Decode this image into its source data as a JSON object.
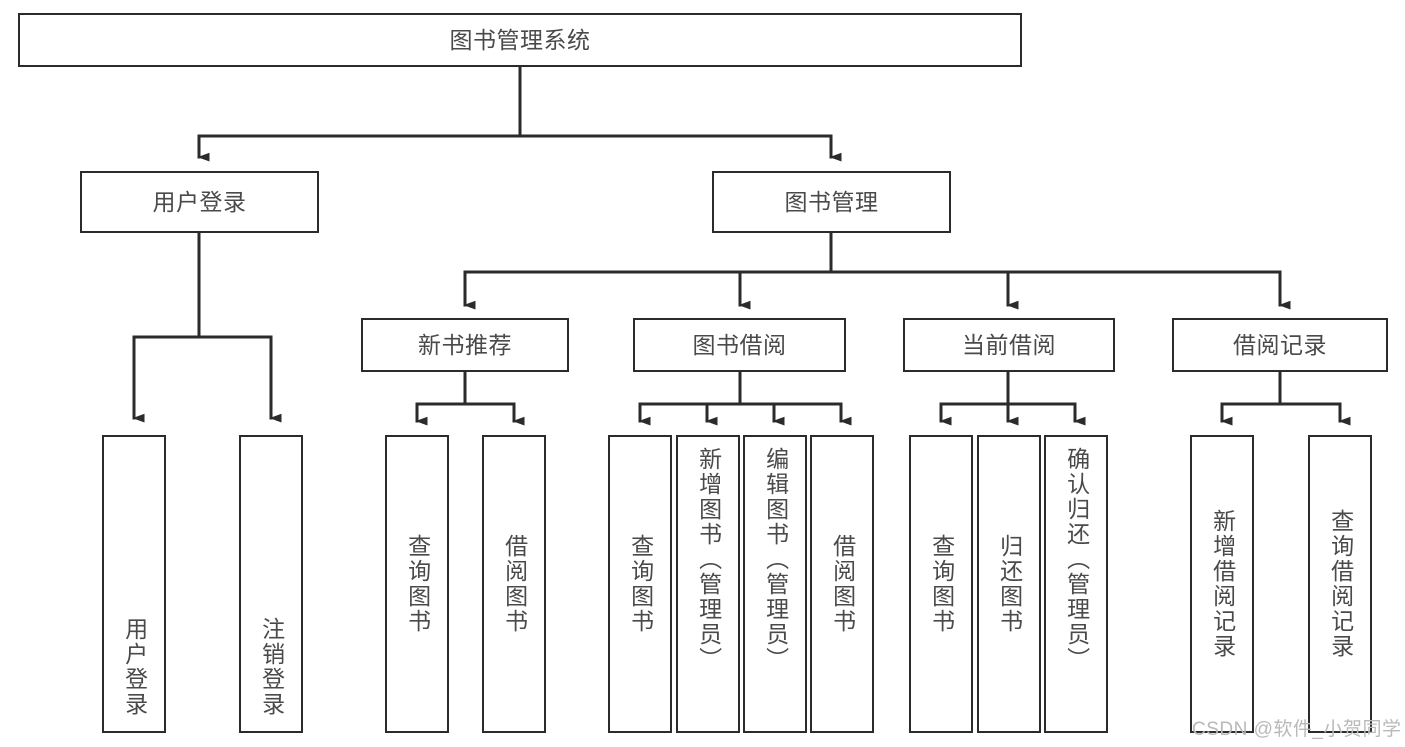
{
  "diagram": {
    "title": "图书管理系统",
    "type": "tree-hierarchy",
    "colors": {
      "box_border": "#2b2b2b",
      "box_fill": "#ffffff",
      "text": "#4a4a4a",
      "connector": "#2b2b2b",
      "watermark": "#b9b9b9"
    },
    "root": {
      "label": "图书管理系统"
    },
    "level2": [
      {
        "label": "用户登录"
      },
      {
        "label": "图书管理"
      }
    ],
    "level3": [
      {
        "label": "新书推荐"
      },
      {
        "label": "图书借阅"
      },
      {
        "label": "当前借阅"
      },
      {
        "label": "借阅记录"
      }
    ],
    "leaves_user_login": [
      {
        "label": "用户登录"
      },
      {
        "label": "注销登录"
      }
    ],
    "leaves_new_book": [
      {
        "label": "查询图书"
      },
      {
        "label": "借阅图书"
      }
    ],
    "leaves_borrow": [
      {
        "label": "查询图书"
      },
      {
        "label": "新增图书（管理员）"
      },
      {
        "label": "编辑图书（管理员）"
      },
      {
        "label": "借阅图书"
      }
    ],
    "leaves_current": [
      {
        "label": "查询图书"
      },
      {
        "label": "归还图书"
      },
      {
        "label": "确认归还（管理员）"
      }
    ],
    "leaves_records": [
      {
        "label": "新增借阅记录"
      },
      {
        "label": "查询借阅记录"
      }
    ],
    "watermark": "CSDN @软件_小贺同学"
  }
}
